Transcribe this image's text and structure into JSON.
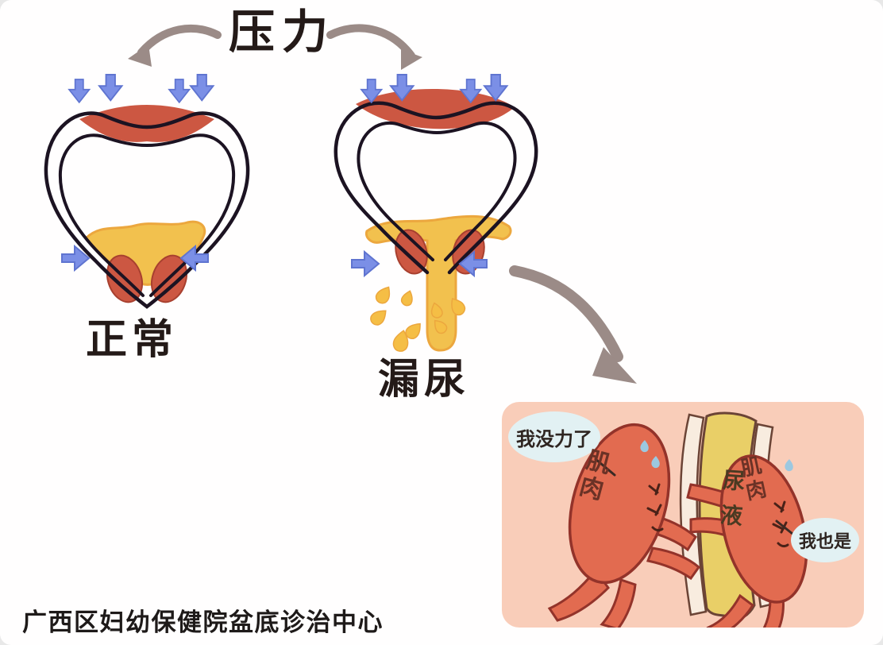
{
  "title": "压力",
  "left_diagram": {
    "label": "正常"
  },
  "right_diagram": {
    "label": "漏尿"
  },
  "inset": {
    "bubble_left": "我没力了",
    "bubble_right": "我也是",
    "left_muscle_label": "肌肉",
    "urine_label": "尿液",
    "right_muscle_label": "肌肉"
  },
  "footer": "广西区妇幼保健院盆底诊治中心",
  "colors": {
    "pressure_arrow_gray": "#9b8b87",
    "compression_arrow_blue": "#7b8fe6",
    "bladder_outline": "#1c1322",
    "sphincter_red": "#cc5742",
    "urine_yellow": "#f2c14e",
    "urine_edge_orange": "#eca73e",
    "inset_background": "#f9cdb9",
    "speech_bubble_blue": "#e2f1f3",
    "cartoon_muscle_red": "#e26b50",
    "cartoon_outline": "#93332a",
    "urethra_column_yellow": "#e9cf67"
  }
}
